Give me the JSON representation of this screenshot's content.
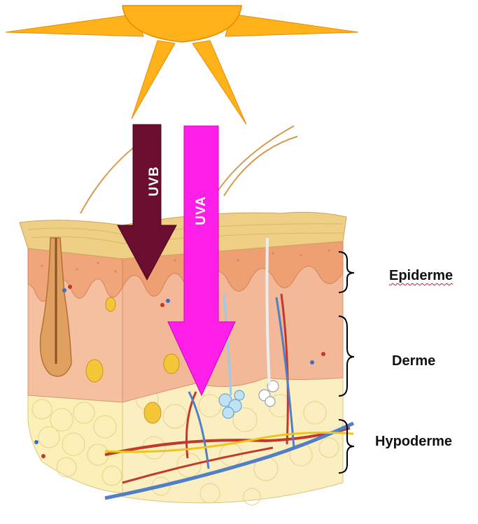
{
  "arrows": {
    "uvb": {
      "label": "UVB",
      "color": "#6b0d2e"
    },
    "uva": {
      "label": "UVA",
      "color": "#ff1fe8"
    }
  },
  "layers": {
    "epiderme": "Epiderme",
    "derme": "Derme",
    "hypoderme": "Hypoderme"
  },
  "colors": {
    "sun": "#ffb21a",
    "sun_outline": "#e98b00",
    "stratum_corneum": "#efcf86",
    "epidermis": "#f3b88f",
    "dermis": "#f4c0a0",
    "hypodermis_fat": "#fbf0b8",
    "artery": "#c0392b",
    "vein": "#4f7fc7",
    "nerve": "#f0c419"
  }
}
